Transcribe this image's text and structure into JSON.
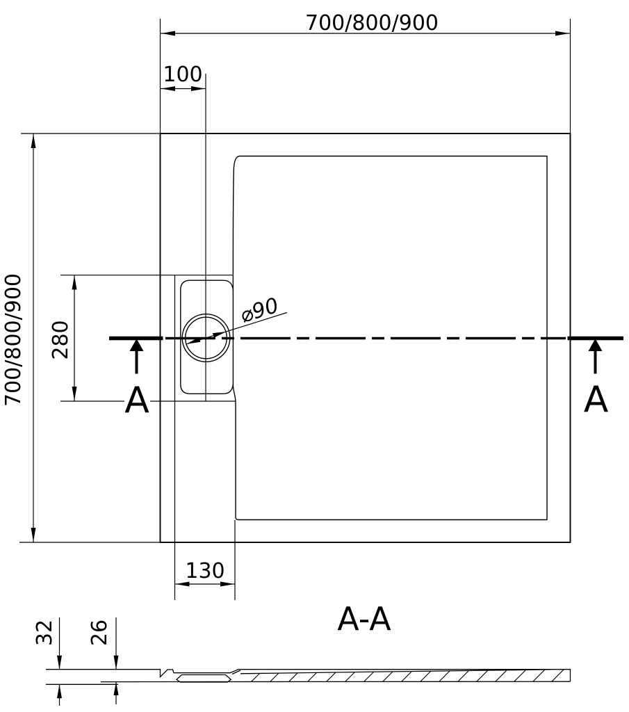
{
  "drawing": {
    "title": "A-A",
    "colors": {
      "line": "#000000",
      "background": "#ffffff"
    },
    "top_view": {
      "width_dim": "700/800/900",
      "height_dim": "700/800/900",
      "drain_offset_top_dim": "100",
      "drain_span_dim": "280",
      "drain_diameter_label": "⌀90",
      "drain_offset_bottom_dim": "130",
      "section_arrow_left_label": "A",
      "section_arrow_right_label": "A"
    },
    "section_view": {
      "title": "A-A",
      "overall_height_dim": "32",
      "floor_height_dim": "26"
    }
  }
}
